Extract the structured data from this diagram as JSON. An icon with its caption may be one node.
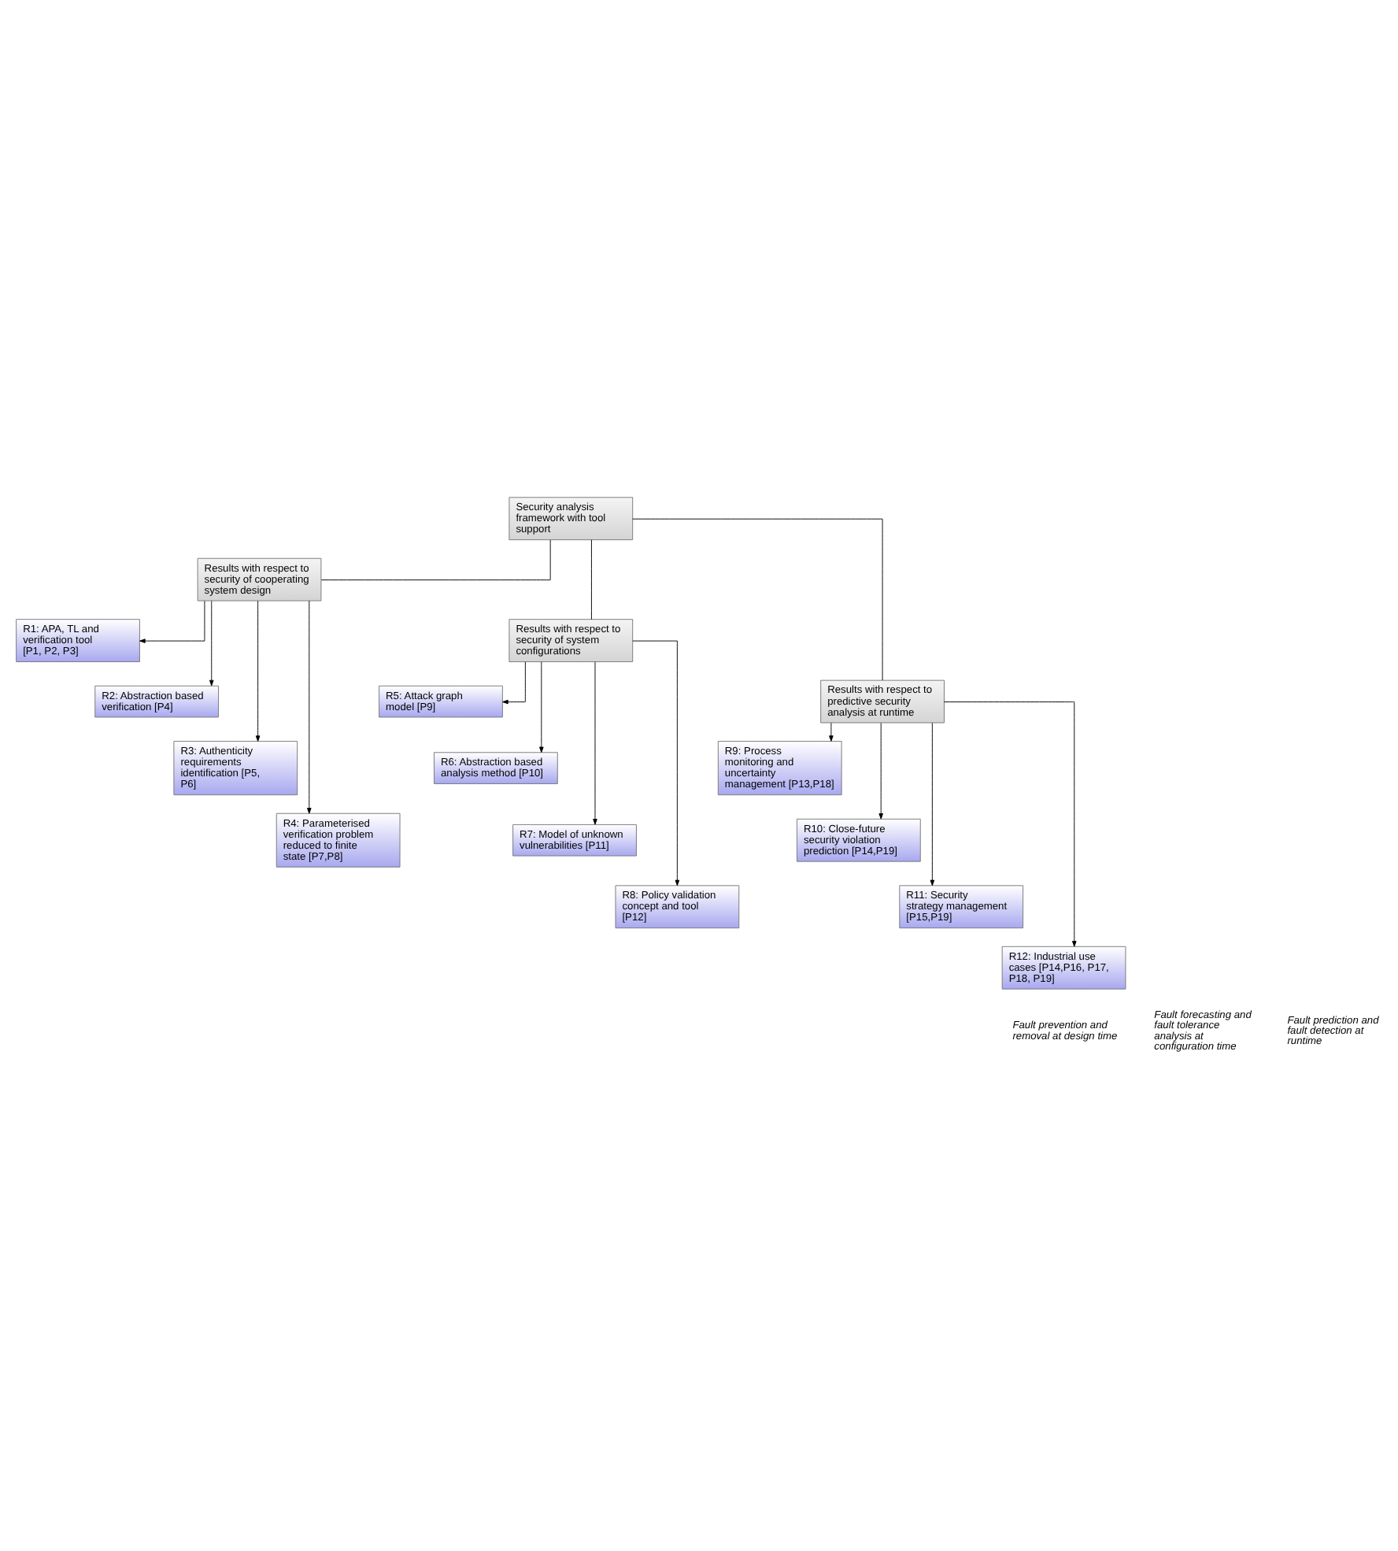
{
  "diagram": {
    "nodes": [
      {
        "text": [
          "Security analysis framework with tool support"
        ]
      },
      {
        "text": [
          "Results with respect to security of cooperating system design"
        ]
      },
      {
        "text": [
          "Results with respect to security of system configurations"
        ]
      },
      {
        "text": [
          "Results with respect to predictive security analysis at runtime"
        ]
      },
      {
        "text": [
          "R1: APA, TL and verification tool [P1, P2, P3]"
        ]
      },
      {
        "text": [
          "R2: Abstraction based verification [P4]"
        ]
      },
      {
        "text": [
          "R3: Authenticity requirements identification [P5, P6]"
        ]
      },
      {
        "text": [
          "R4: Parameterised verification problem reduced to finite state [P7,P8]"
        ]
      },
      {
        "text": [
          "R5: Attack graph model [P9]"
        ]
      },
      {
        "text": [
          "R6: Abstraction based analysis method [P10]"
        ]
      },
      {
        "text": [
          "R7: Model of unknown vulnerabilities [P11]"
        ]
      },
      {
        "text": [
          "R8: Policy validation concept and tool [P12]"
        ]
      },
      {
        "text": [
          "R9: Process monitoring and uncertainty management [P13,P18]"
        ]
      },
      {
        "text": [
          "R10: Close-future security violation prediction [P14,P19]"
        ]
      },
      {
        "text": [
          "R11: Security strategy management [P15,P19]"
        ]
      },
      {
        "text": [
          "R12: Industrial use cases [P14,P16, P17, P18, P19]"
        ]
      }
    ],
    "edges": [
      {
        "from": 0,
        "to": 1,
        "arrow": "none"
      },
      {
        "from": 0,
        "to": 2,
        "arrow": "none"
      },
      {
        "from": 0,
        "to": 3,
        "arrow": "none"
      },
      {
        "from": 1,
        "to": 4,
        "arrow": "to"
      },
      {
        "from": 1,
        "to": 5,
        "arrow": "to"
      },
      {
        "from": 1,
        "to": 6,
        "arrow": "to"
      },
      {
        "from": 1,
        "to": 7,
        "arrow": "to"
      },
      {
        "from": 2,
        "to": 8,
        "arrow": "to"
      },
      {
        "from": 2,
        "to": 9,
        "arrow": "to"
      },
      {
        "from": 2,
        "to": 10,
        "arrow": "to"
      },
      {
        "from": 2,
        "to": 11,
        "arrow": "to"
      },
      {
        "from": 3,
        "to": 12,
        "arrow": "to"
      },
      {
        "from": 3,
        "to": 13,
        "arrow": "to"
      },
      {
        "from": 3,
        "to": 14,
        "arrow": "to"
      },
      {
        "from": 3,
        "to": 15,
        "arrow": "to"
      }
    ],
    "labels": [
      "Fault prevention and removal at design time",
      "Fault forecasting and fault tolerance analysis at configuration time",
      "Fault prediction and fault detection at runtime"
    ]
  }
}
